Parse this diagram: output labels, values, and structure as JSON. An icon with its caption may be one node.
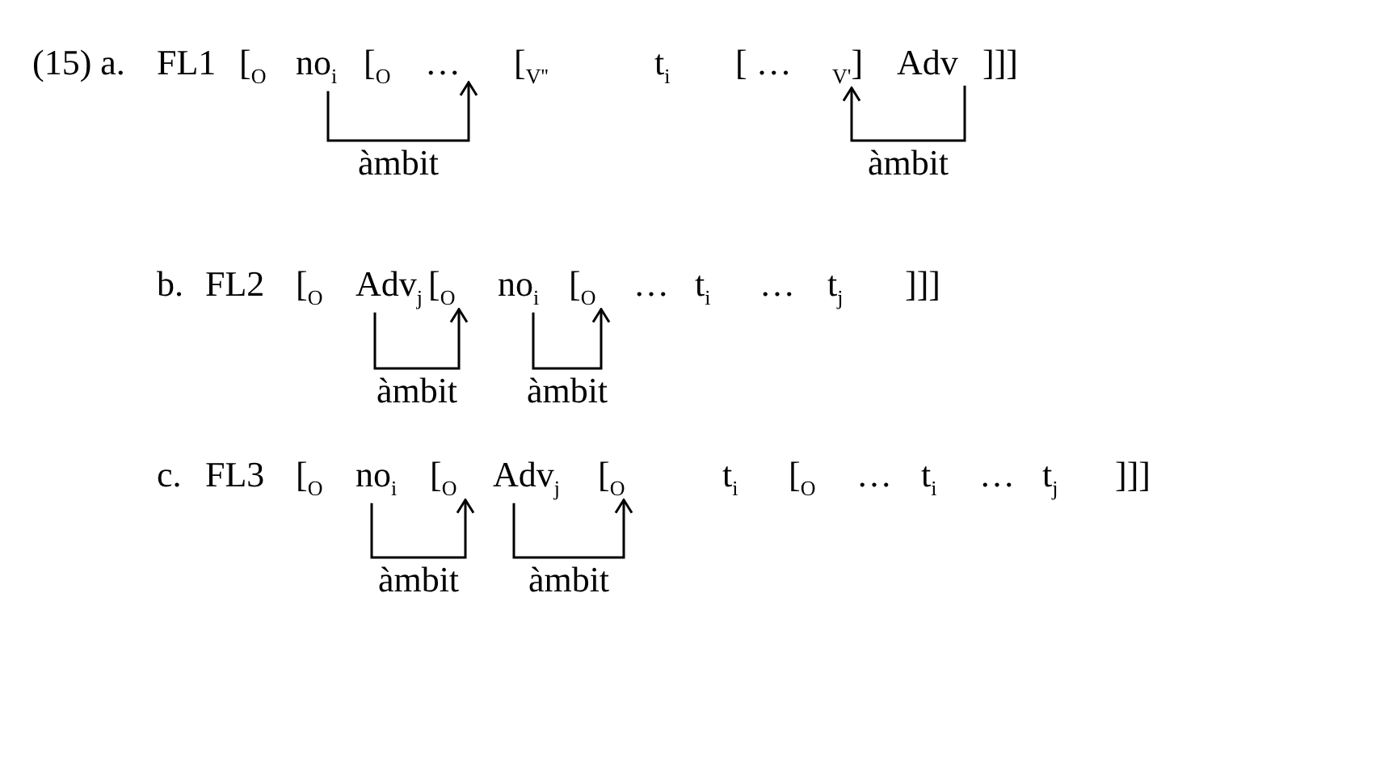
{
  "diagram": {
    "nodes": [
      {
        "text": [
          "no$_{i}$"
        ]
      },
      {
        "text": [
          "…"
        ]
      },
      {
        "text": [
          "$_{V'}$]"
        ]
      },
      {
        "text": [
          "Adv"
        ]
      },
      {
        "text": [
          "Adv$_{j}$"
        ]
      },
      {
        "text": [
          "[$_{O}$"
        ]
      },
      {
        "text": [
          "no$_{i}$"
        ]
      },
      {
        "text": [
          "[$_{O}$"
        ]
      },
      {
        "text": [
          "no$_{i}$"
        ]
      },
      {
        "text": [
          "[$_{O}$"
        ]
      },
      {
        "text": [
          "Adv$_{j}$"
        ]
      },
      {
        "text": [
          "[$_{O}$"
        ]
      }
    ],
    "edges": [
      {
        "from": 0,
        "to": 1,
        "arrow": "to",
        "label": "àmbit"
      },
      {
        "from": 3,
        "to": 2,
        "arrow": "to",
        "label": "àmbit"
      },
      {
        "from": 4,
        "to": 5,
        "arrow": "to",
        "label": "àmbit"
      },
      {
        "from": 6,
        "to": 7,
        "arrow": "to",
        "label": "àmbit"
      },
      {
        "from": 8,
        "to": 9,
        "arrow": "to",
        "label": "àmbit"
      },
      {
        "from": 10,
        "to": 11,
        "arrow": "to",
        "label": "àmbit"
      }
    ],
    "labels": [
      "(15) a.",
      "FL1",
      "[$_{O}$",
      "[$_{O}$",
      "[$_{V''}$",
      "t$_{i}$",
      "[ …",
      "]]]",
      "b.",
      "FL2",
      "[$_{O}$",
      "…",
      "t$_{i}$",
      "…",
      "t$_{j}$",
      "]]]",
      "c.",
      "FL3",
      "[$_{O}$",
      "t$_{i}$",
      "[$_{O}$",
      "…",
      "t$_{i}$",
      "…",
      "t$_{j}$",
      "]]]"
    ]
  }
}
